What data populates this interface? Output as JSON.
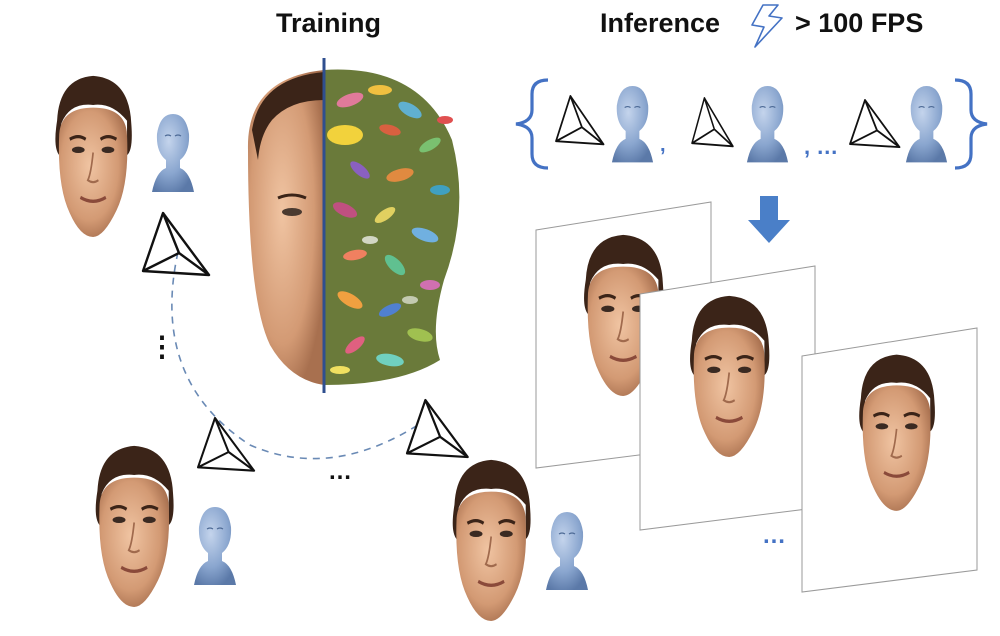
{
  "headers": {
    "training": "Training",
    "inference": "Inference",
    "fps": "> 100 FPS"
  },
  "ellipsis": {
    "training_left": "⋮",
    "training_bottom": "…",
    "inference_row": ", …",
    "inference_frames": "…"
  },
  "colors": {
    "bracket": "#4472c4",
    "arrow": "#4a7fc8",
    "dashed_path": "#6a8ab5",
    "divider": "#2f4f8f",
    "bust": "#7f9cc8",
    "skin": "#d9a27e",
    "hair": "#3b2418"
  }
}
